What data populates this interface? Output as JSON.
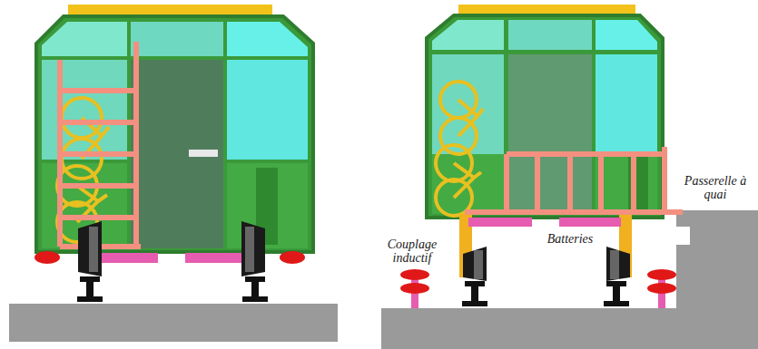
{
  "diagram": {
    "labels": [
      "Couplage inductif",
      "Batteries",
      "Passerelle à quai"
    ]
  }
}
